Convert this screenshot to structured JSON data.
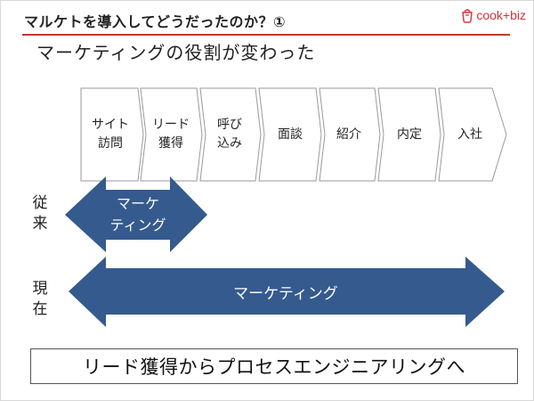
{
  "slide": {
    "title": "マルケトを導入してどうだったのか？①",
    "logo": {
      "text": "cook+biz",
      "icon": "pot-icon",
      "color": "#d0343a"
    },
    "subtitle": "マーケティングの役割が変わった"
  },
  "stages": [
    {
      "label": "サイト\n訪問"
    },
    {
      "label": "リード\n獲得"
    },
    {
      "label": "呼び\n込み"
    },
    {
      "label": "面談"
    },
    {
      "label": "紹介"
    },
    {
      "label": "内定"
    },
    {
      "label": "入社"
    }
  ],
  "rows": {
    "before": {
      "label": "従\n来",
      "arrow_text": "マーケ\nティング"
    },
    "now": {
      "label": "現\n在",
      "arrow_text": "マーケティング"
    }
  },
  "conclusion": "リード獲得からプロセスエンジニアリングへ",
  "colors": {
    "arrow_fill": "#355a8e",
    "rule": "#c0392b",
    "stage_stroke": "#9a9a9a"
  }
}
